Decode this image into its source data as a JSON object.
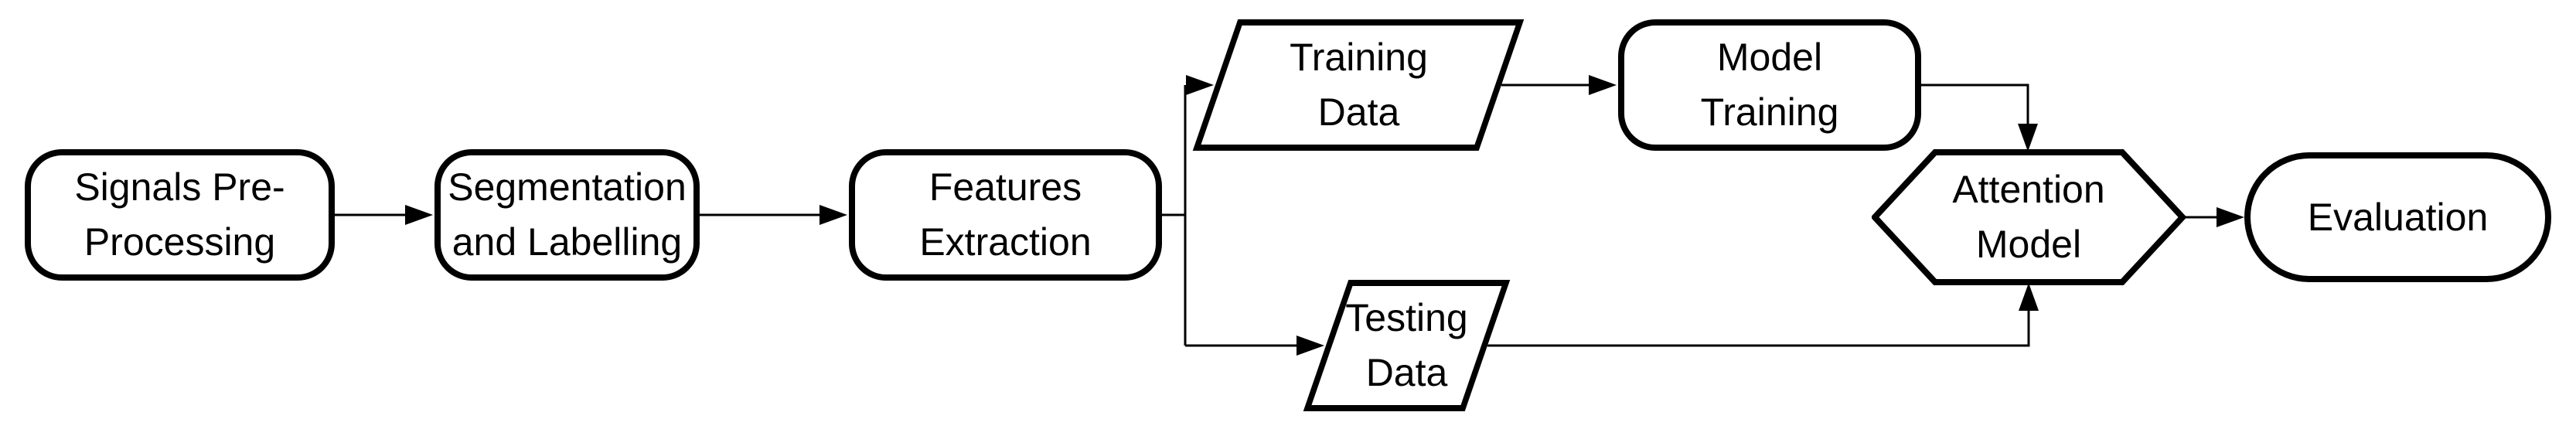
{
  "diagram": {
    "colors": {
      "stroke": "#000000",
      "fill": "#ffffff",
      "background": "#ffffff",
      "text": "#000000"
    },
    "nodes": [
      {
        "id": "signals-preprocessing",
        "shape": "rounded-rectangle",
        "label": "Signals Pre-\nProcessing"
      },
      {
        "id": "segmentation-labelling",
        "shape": "rounded-rectangle",
        "label": "Segmentation\nand Labelling"
      },
      {
        "id": "features-extraction",
        "shape": "rounded-rectangle",
        "label": "Features\nExtraction"
      },
      {
        "id": "training-data",
        "shape": "parallelogram",
        "label": "Training\nData"
      },
      {
        "id": "model-training",
        "shape": "rounded-rectangle",
        "label": "Model\nTraining"
      },
      {
        "id": "testing-data",
        "shape": "parallelogram",
        "label": "Testing\nData"
      },
      {
        "id": "attention-model",
        "shape": "hexagon",
        "label": "Attention\nModel"
      },
      {
        "id": "evaluation",
        "shape": "stadium",
        "label": "Evaluation"
      }
    ],
    "edges": [
      {
        "from": "signals-preprocessing",
        "to": "segmentation-labelling"
      },
      {
        "from": "segmentation-labelling",
        "to": "features-extraction"
      },
      {
        "from": "features-extraction",
        "to": "training-data"
      },
      {
        "from": "features-extraction",
        "to": "testing-data"
      },
      {
        "from": "training-data",
        "to": "model-training"
      },
      {
        "from": "model-training",
        "to": "attention-model"
      },
      {
        "from": "testing-data",
        "to": "attention-model"
      },
      {
        "from": "attention-model",
        "to": "evaluation"
      }
    ]
  }
}
